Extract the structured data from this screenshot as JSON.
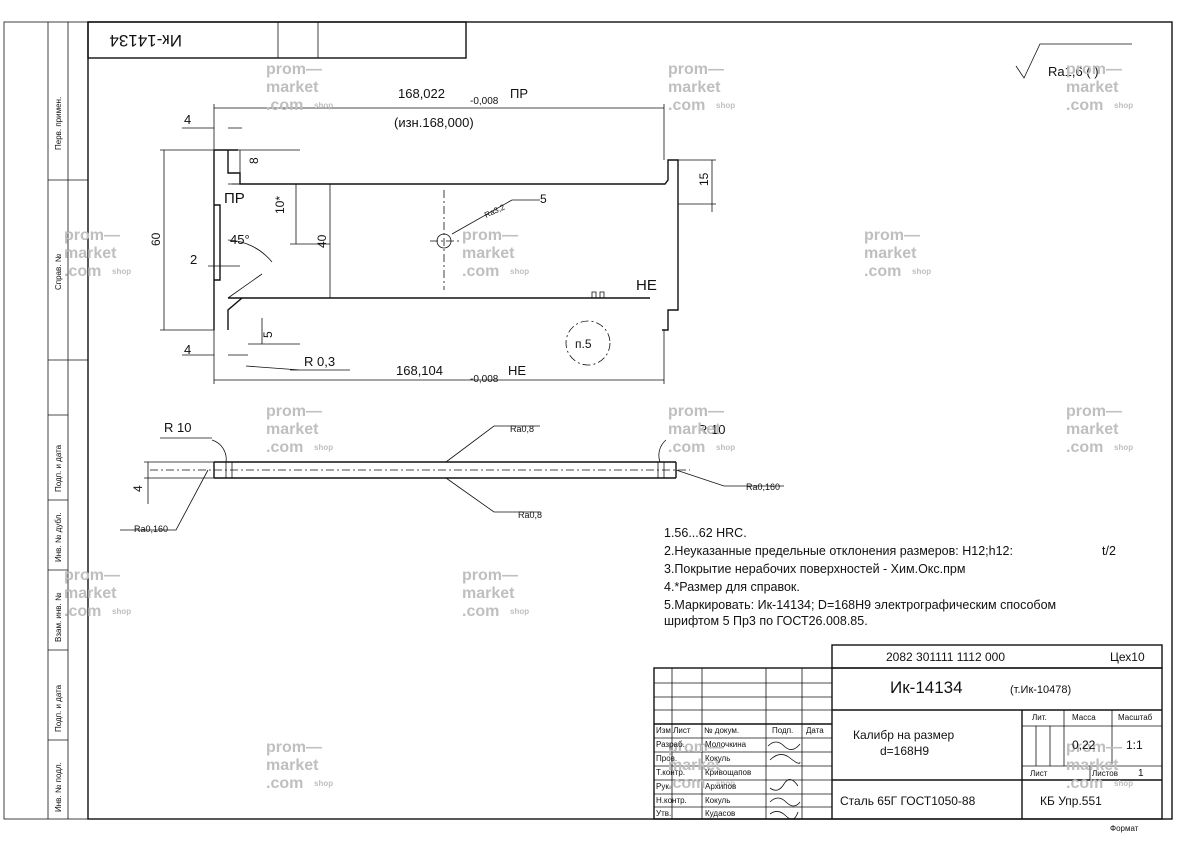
{
  "drawing": {
    "corner_stamp": "Ик-14134",
    "roughness_general": "Ra1,6 ( )",
    "dims": {
      "top_length": "168,022",
      "top_tol": "-0,008",
      "top_label": "ПР",
      "wear_note": "(изн.168,000)",
      "bottom_length": "168,104",
      "bottom_tol": "-0,008",
      "bottom_label": "НЕ",
      "d4_top": "4",
      "d4_bot": "4",
      "d8": "8",
      "d10": "10*",
      "d60": "60",
      "d40": "40",
      "d15": "15",
      "d2": "2",
      "d5": "5",
      "angle": "45°",
      "r03": "R 0,3",
      "hole_dia": "5",
      "hole_ra": "Ra3,2",
      "go_label": "ПР",
      "nogo_label": "НЕ",
      "item_ref": "п.5",
      "r10_left": "R 10",
      "r10_right": "R 10",
      "thickness": "4",
      "ra_top": "Ra0,8",
      "ra_bottom": "Ra0,8",
      "ra_right": "Ra0,160",
      "ra_left": "Ra0,160"
    }
  },
  "notes": [
    "1.56...62 HRC.",
    "2.Неуказанные предельные отклонения размеров: H12;h12:",
    "3.Покрытие нерабочих поверхностей - Хим.Окс.прм",
    "4.*Размер для справок.",
    "5.Маркировать: Ик-14134; D=168H9  электрографическим способом",
    "шрифтом 5 Пр3 по ГОСТ26.008.85."
  ],
  "note2_tail": "t/2",
  "title_block": {
    "doc_code": "2082 301111 1112 000",
    "shop": "Цех10",
    "designation": "Ик-14134",
    "designation_ref": "(т.Ик-10478)",
    "name_line1": "Калибр на размер",
    "name_line2": "d=168H9",
    "lit_header": "Лит.",
    "mass_header": "Масса",
    "scale_header": "Масштаб",
    "mass": "0,22",
    "scale": "1:1",
    "sheet_label": "Лист",
    "sheets_label": "Листов",
    "sheets_count": "1",
    "material": "Сталь 65Г ГОСТ1050-88",
    "org": "КБ  Упр.551",
    "format": "Формат",
    "col_headers": [
      "Изм.Лист",
      "№ докум.",
      "Подп.",
      "Дата"
    ],
    "roles": [
      "Разраб.",
      "Пров.",
      "Т.контр.",
      "Рук.",
      "Н.контр.",
      "Утв."
    ],
    "people": [
      "Молочкина",
      "Кокуль",
      "Кривощапов",
      "Архипов",
      "Кокуль",
      "Кудасов"
    ]
  },
  "side_labels": [
    "Перв. примен.",
    "Справ. №",
    "Подп. и дата",
    "Инв. № дубл.",
    "Взам. инв. №",
    "Подп. и дата",
    "Инв. № подл."
  ],
  "watermark": {
    "line1": "prom—",
    "line2": "market",
    "line3": ".com",
    "shop": "shop"
  }
}
